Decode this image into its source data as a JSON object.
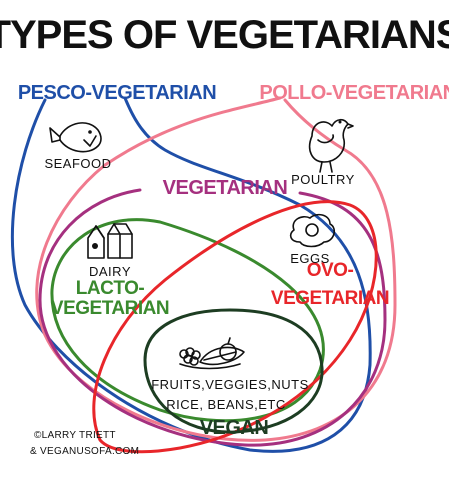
{
  "title": "TYPES OF VEGETARIANS",
  "colors": {
    "pesco": "#1f4fa8",
    "pollo": "#f07a8e",
    "vegetarian": "#a5307f",
    "lacto": "#3a8a2e",
    "ovo": "#e8262a",
    "vegan": "#1d3d22",
    "ink": "#111111"
  },
  "groups": {
    "pesco": "PESCO-VEGETARIAN",
    "pollo": "POLLO-VEGETARIAN",
    "vegetarian": "VEGETARIAN",
    "lacto_line1": "LACTO-",
    "lacto_line2": "VEGETARIAN",
    "ovo_line1": "OVO-",
    "ovo_line2": "VEGETARIAN",
    "vegan": "VEGAN"
  },
  "foods": {
    "seafood": "SEAFOOD",
    "poultry": "POULTRY",
    "dairy": "DAIRY",
    "eggs": "EGGS",
    "vegan_line1": "FRUITS,VEGGIES,NUTS",
    "vegan_line2": "RICE, BEANS,ETC"
  },
  "icons": [
    "fish-icon",
    "chicken-icon",
    "milk-cartons-icon",
    "fried-egg-icon",
    "produce-icon"
  ],
  "credit": {
    "line1": "©LARRY TRIETT",
    "line2": "& VEGANUSOFA.COM"
  }
}
